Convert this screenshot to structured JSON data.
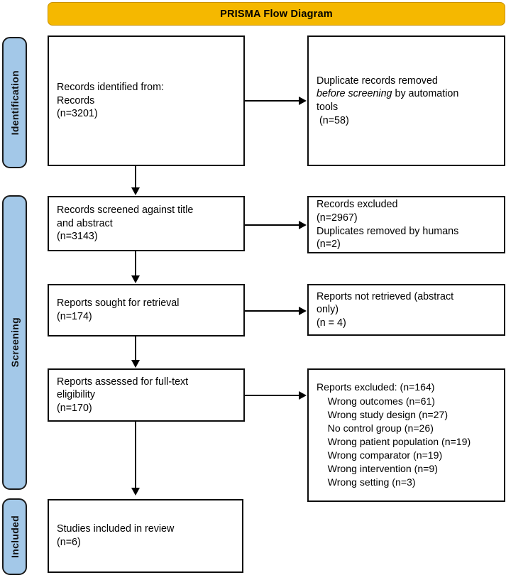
{
  "title": {
    "text": "PRISMA Flow Diagram",
    "background_color": "#F5B800",
    "border_color": "#C99100"
  },
  "stages": [
    {
      "key": "identification",
      "label": "Identification"
    },
    {
      "key": "screening",
      "label": "Screening"
    },
    {
      "key": "included",
      "label": "Included"
    }
  ],
  "stage_color": "#A3C8E8",
  "boxes": {
    "identified": {
      "line1": "Records identified from:",
      "line2": "Records",
      "line3": "(n=3201)"
    },
    "duplicates": {
      "line1": "Duplicate records removed",
      "line2_italic": "before screening",
      "line2_rest": " by automation",
      "line3": "tools",
      "line4": " (n=58)"
    },
    "screened": {
      "line1": "Records screened against title",
      "line2": "and abstract",
      "line3": "(n=3143)"
    },
    "records_excluded": {
      "line1": "Records excluded",
      "line2": "(n=2967)",
      "line3": "Duplicates removed by humans",
      "line4": "(n=2)"
    },
    "sought": {
      "line1": "Reports sought for retrieval",
      "line2": "(n=174)"
    },
    "not_retrieved": {
      "line1": "Reports not retrieved (abstract",
      "line2": "only)",
      "line3": "(n = 4)"
    },
    "assessed": {
      "line1": "Reports assessed for full-text",
      "line2": "eligibility",
      "line3": "(n=170)"
    },
    "reports_excluded": {
      "heading": "Reports excluded: (n=164)",
      "reasons": [
        "    Wrong outcomes (n=61)",
        "    Wrong study design (n=27)",
        "    No control group (n=26)",
        "    Wrong patient population (n=19)",
        "    Wrong comparator (n=19)",
        "    Wrong intervention (n=9)",
        "    Wrong setting (n=3)"
      ]
    },
    "included": {
      "line1": "Studies included in review",
      "line2": "(n=6)"
    }
  },
  "chart_data": {
    "type": "diagram",
    "title": "PRISMA Flow Diagram",
    "stages": [
      "Identification",
      "Screening",
      "Included"
    ],
    "nodes": [
      {
        "id": "identified",
        "stage": "Identification",
        "label": "Records identified from: Records",
        "n": 3201
      },
      {
        "id": "duplicates",
        "stage": "Identification",
        "label": "Duplicate records removed before screening by automation tools",
        "n": 58
      },
      {
        "id": "screened",
        "stage": "Screening",
        "label": "Records screened against title and abstract",
        "n": 3143
      },
      {
        "id": "records_excluded",
        "stage": "Screening",
        "label": "Records excluded",
        "n": 2967
      },
      {
        "id": "duplicates_human",
        "stage": "Screening",
        "label": "Duplicates removed by humans",
        "n": 2
      },
      {
        "id": "sought",
        "stage": "Screening",
        "label": "Reports sought for retrieval",
        "n": 174
      },
      {
        "id": "not_retrieved",
        "stage": "Screening",
        "label": "Reports not retrieved (abstract only)",
        "n": 4
      },
      {
        "id": "assessed",
        "stage": "Screening",
        "label": "Reports assessed for full-text eligibility",
        "n": 170
      },
      {
        "id": "reports_excluded",
        "stage": "Screening",
        "label": "Reports excluded",
        "n": 164
      },
      {
        "id": "included",
        "stage": "Included",
        "label": "Studies included in review",
        "n": 6
      }
    ],
    "exclusion_reasons": [
      {
        "reason": "Wrong outcomes",
        "n": 61
      },
      {
        "reason": "Wrong study design",
        "n": 27
      },
      {
        "reason": "No control group",
        "n": 26
      },
      {
        "reason": "Wrong patient population",
        "n": 19
      },
      {
        "reason": "Wrong comparator",
        "n": 19
      },
      {
        "reason": "Wrong intervention",
        "n": 9
      },
      {
        "reason": "Wrong setting",
        "n": 3
      }
    ],
    "edges": [
      {
        "from": "identified",
        "to": "duplicates",
        "direction": "right"
      },
      {
        "from": "identified",
        "to": "screened",
        "direction": "down"
      },
      {
        "from": "screened",
        "to": "records_excluded",
        "direction": "right"
      },
      {
        "from": "screened",
        "to": "sought",
        "direction": "down"
      },
      {
        "from": "sought",
        "to": "not_retrieved",
        "direction": "right"
      },
      {
        "from": "sought",
        "to": "assessed",
        "direction": "down"
      },
      {
        "from": "assessed",
        "to": "reports_excluded",
        "direction": "right"
      },
      {
        "from": "assessed",
        "to": "included",
        "direction": "down"
      }
    ]
  }
}
